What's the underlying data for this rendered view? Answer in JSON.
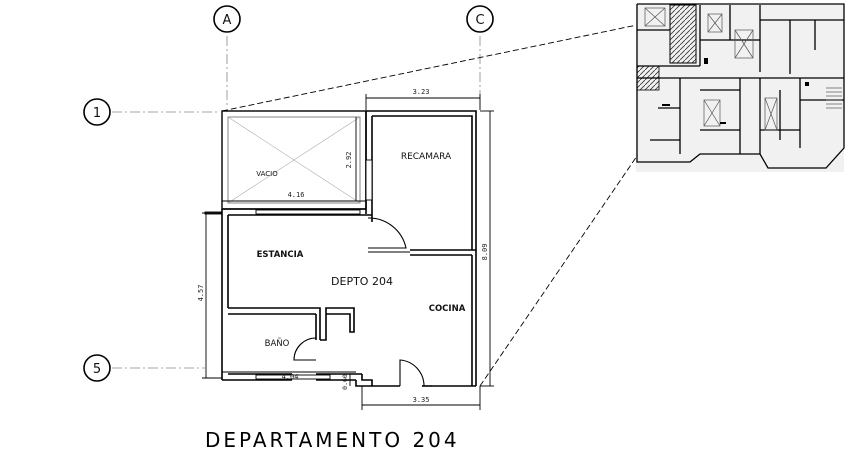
{
  "title": "DEPARTAMENTO 204",
  "grid": {
    "axis_a": "A",
    "axis_c": "C",
    "axis_1": "1",
    "axis_5": "5"
  },
  "rooms": {
    "vacio": "VACIO",
    "recamara": "RECAMARA",
    "estancia": "ESTANCIA",
    "depto": "DEPTO  204",
    "cocina": "COCINA",
    "bano": "BAÑO"
  },
  "dimensions": {
    "top_width": "3.23",
    "vacio_width": "4.16",
    "vacio_height": "2.92",
    "left_height": "4.57",
    "right_height": "8.09",
    "bottom_left": "4.04",
    "bottom_right": "3.35",
    "bottom_step": "0.60"
  }
}
